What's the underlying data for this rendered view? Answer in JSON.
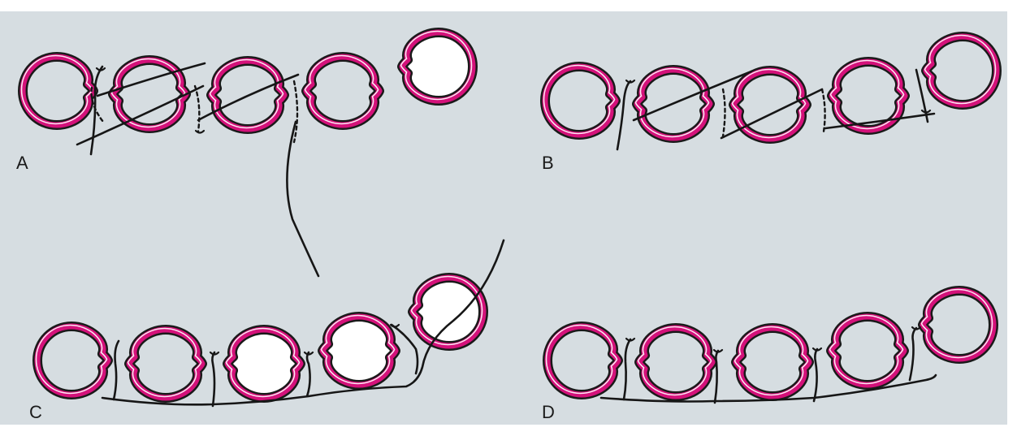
{
  "figure": {
    "background_color": "#d6dde1",
    "vessel_color": "#d4117a",
    "outline_color": "#1a1a1a",
    "filled_lumen_color": "#ffffff"
  },
  "panels": [
    {
      "label": "A"
    },
    {
      "label": "B"
    },
    {
      "label": "C"
    },
    {
      "label": "D"
    }
  ]
}
